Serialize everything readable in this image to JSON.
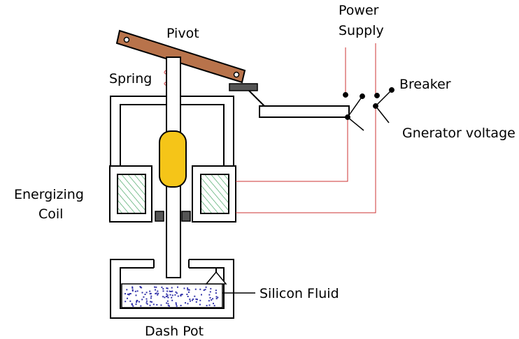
{
  "labels": {
    "pivot": "Pivot",
    "spring": "Spring",
    "power_supply_line1": "Power",
    "power_supply_line2": "Supply",
    "breaker": "Breaker",
    "generator_voltage": "Gnerator voltage",
    "energizing_coil_line1": "Energizing",
    "energizing_coil_line2": "Coil",
    "silicon_fluid": "Silicon Fluid",
    "dash_pot": "Dash Pot"
  },
  "colors": {
    "lever": "#b8734b",
    "plunger": "#f5c518",
    "coil_hatch": "#3aa05a",
    "supply_wire": "#cc3333",
    "fluid_dots": "#3333aa",
    "stopper": "#555555"
  }
}
